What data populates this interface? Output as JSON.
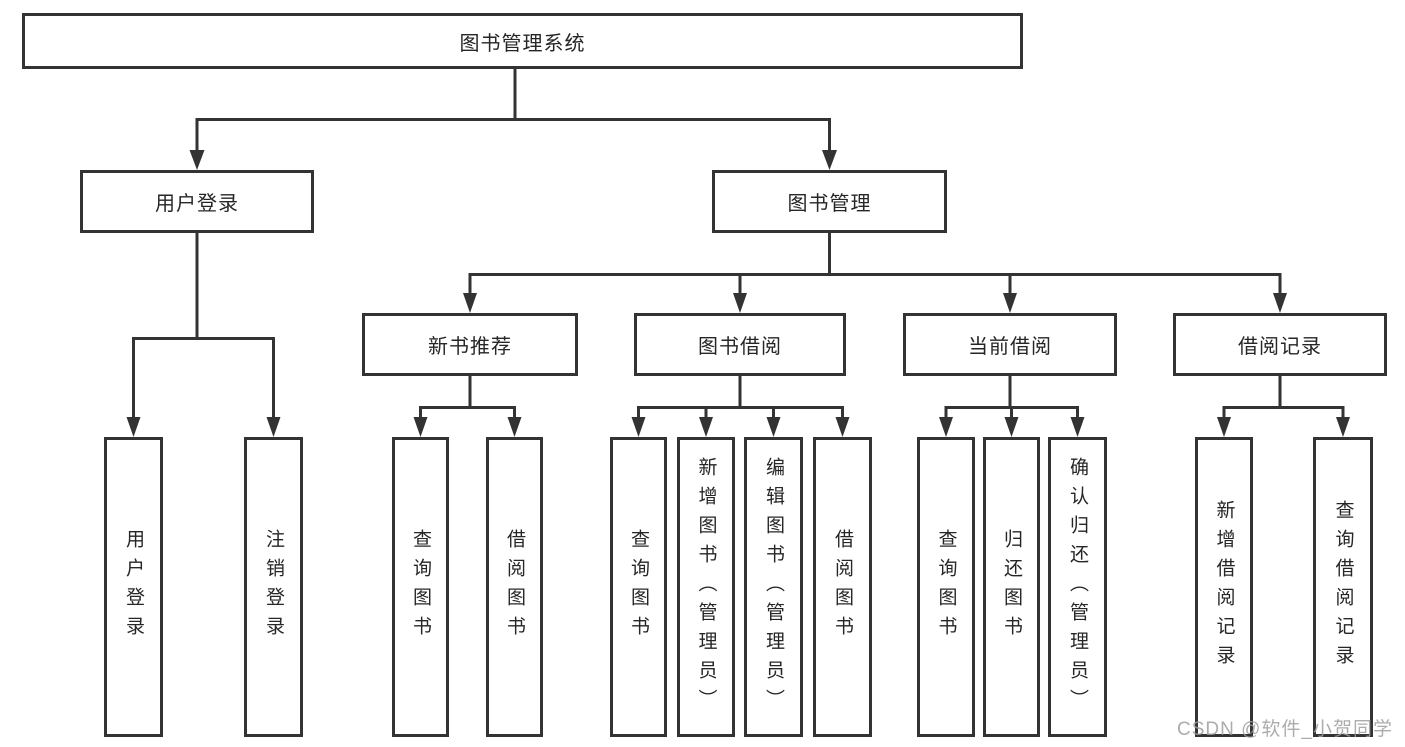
{
  "diagram": {
    "root": {
      "label": "图书管理系统"
    },
    "level2": [
      {
        "label": "用户登录"
      },
      {
        "label": "图书管理"
      }
    ],
    "level3": [
      {
        "label": "新书推荐"
      },
      {
        "label": "图书借阅"
      },
      {
        "label": "当前借阅"
      },
      {
        "label": "借阅记录"
      }
    ],
    "leaves": {
      "login_group": [
        {
          "label": "用户登录"
        },
        {
          "label": "注销登录"
        }
      ],
      "new_books_group": [
        {
          "label": "查询图书"
        },
        {
          "label": "借阅图书"
        }
      ],
      "borrow_group": [
        {
          "label": "查询图书"
        },
        {
          "label": "新增图书（管理员）"
        },
        {
          "label": "编辑图书（管理员）"
        },
        {
          "label": "借阅图书"
        }
      ],
      "current_group": [
        {
          "label": "查询图书"
        },
        {
          "label": "归还图书"
        },
        {
          "label": "确认归还（管理员）"
        }
      ],
      "records_group": [
        {
          "label": "新增借阅记录"
        },
        {
          "label": "查询借阅记录"
        }
      ]
    }
  },
  "watermark": {
    "text": "CSDN @软件_小贺同学"
  },
  "colors": {
    "line": "#333333",
    "text": "#262626",
    "background": "#ffffff",
    "watermark": "#9e9e9e"
  }
}
